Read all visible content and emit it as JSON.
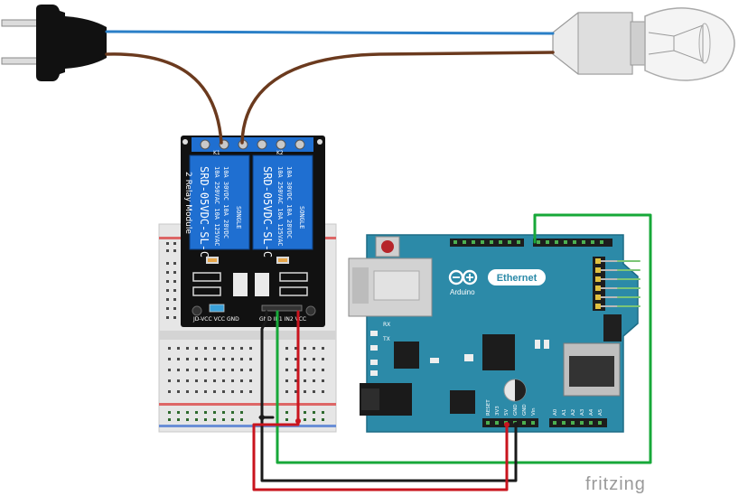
{
  "relay_module": {
    "title": "2 Relay Module",
    "relay_model": "SRD-05VDC-SL-C",
    "relay_brand": "SONGLE",
    "relay_rating_1": "10A 250VAC  10A 125VAC",
    "relay_rating_2": "10A 30VDC  10A 28VDC",
    "relay_k1": "K1",
    "relay_k2": "K2",
    "header_left": "JD-VCC VCC GND",
    "header_right": "GND IN1 IN2 VCC"
  },
  "arduino": {
    "brand": "Arduino",
    "board_name": "Ethernet",
    "rx_label": "RX",
    "tx_label": "TX",
    "power_pins": [
      "RESET",
      "3V3",
      "5V",
      "GND",
      "GND",
      "Vin"
    ],
    "analog_pins": [
      "A0",
      "A1",
      "A2",
      "A3",
      "A4",
      "A5"
    ]
  },
  "watermark": "fritzing",
  "colors": {
    "wire_blue": "#2a7fc7",
    "wire_brown": "#6b3a1e",
    "wire_green": "#17a839",
    "wire_red": "#c9141e",
    "wire_black": "#1a1a1a",
    "relay_blue": "#1f6fd1",
    "arduino_teal": "#2c8aa8",
    "module_black": "#111111"
  }
}
